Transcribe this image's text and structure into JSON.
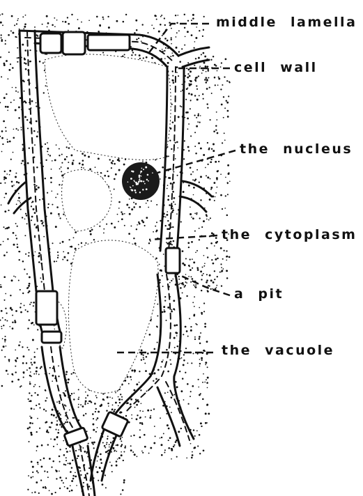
{
  "labels": {
    "middle_lamella": "middle lamella",
    "cell_wall": "cell wall",
    "nucleus": "the nucleus",
    "cytoplasm": "the cytoplasm",
    "pit": "a pit",
    "vacuole": "the vacuole"
  },
  "colors": {
    "ink": "#111111",
    "paper": "#ffffff"
  }
}
